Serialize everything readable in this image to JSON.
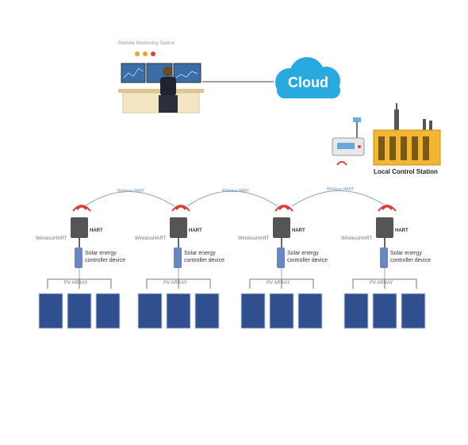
{
  "remote_station": {
    "title": "Remote Monitoring Station"
  },
  "cloud": {
    "label": "Cloud"
  },
  "local_control_station": {
    "label": "Local Control Station"
  },
  "mesh_links": [
    {
      "label": "Wireless HART"
    },
    {
      "label": "Wireless HART"
    },
    {
      "label": "Wireless HART"
    }
  ],
  "nodes": [
    {
      "tag": "WirelessHART",
      "hart_label": "HART",
      "controller_label": [
        "Solar energy",
        "controller device"
      ],
      "array_label": "PV ARRAY"
    },
    {
      "tag": "WirelessHART",
      "hart_label": "HART",
      "controller_label": [
        "Solar energy",
        "controller device"
      ],
      "array_label": "PV ARRAY"
    },
    {
      "tag": "WirelessHART",
      "hart_label": "HART",
      "controller_label": [
        "Solar energy",
        "controller device"
      ],
      "array_label": "PV ARRAY"
    },
    {
      "tag": "WirelessHART",
      "hart_label": "HART",
      "controller_label": [
        "Solar energy",
        "controller device"
      ],
      "array_label": "PV ARRAY"
    }
  ],
  "colors": {
    "cloud": "#29a9e0",
    "panel": "#2f4f8f",
    "panel_frame": "#c8d0dc",
    "device": "#555555",
    "wireless": "#d9403a",
    "factory": "#f2b632",
    "link": "#8aa3bf"
  }
}
